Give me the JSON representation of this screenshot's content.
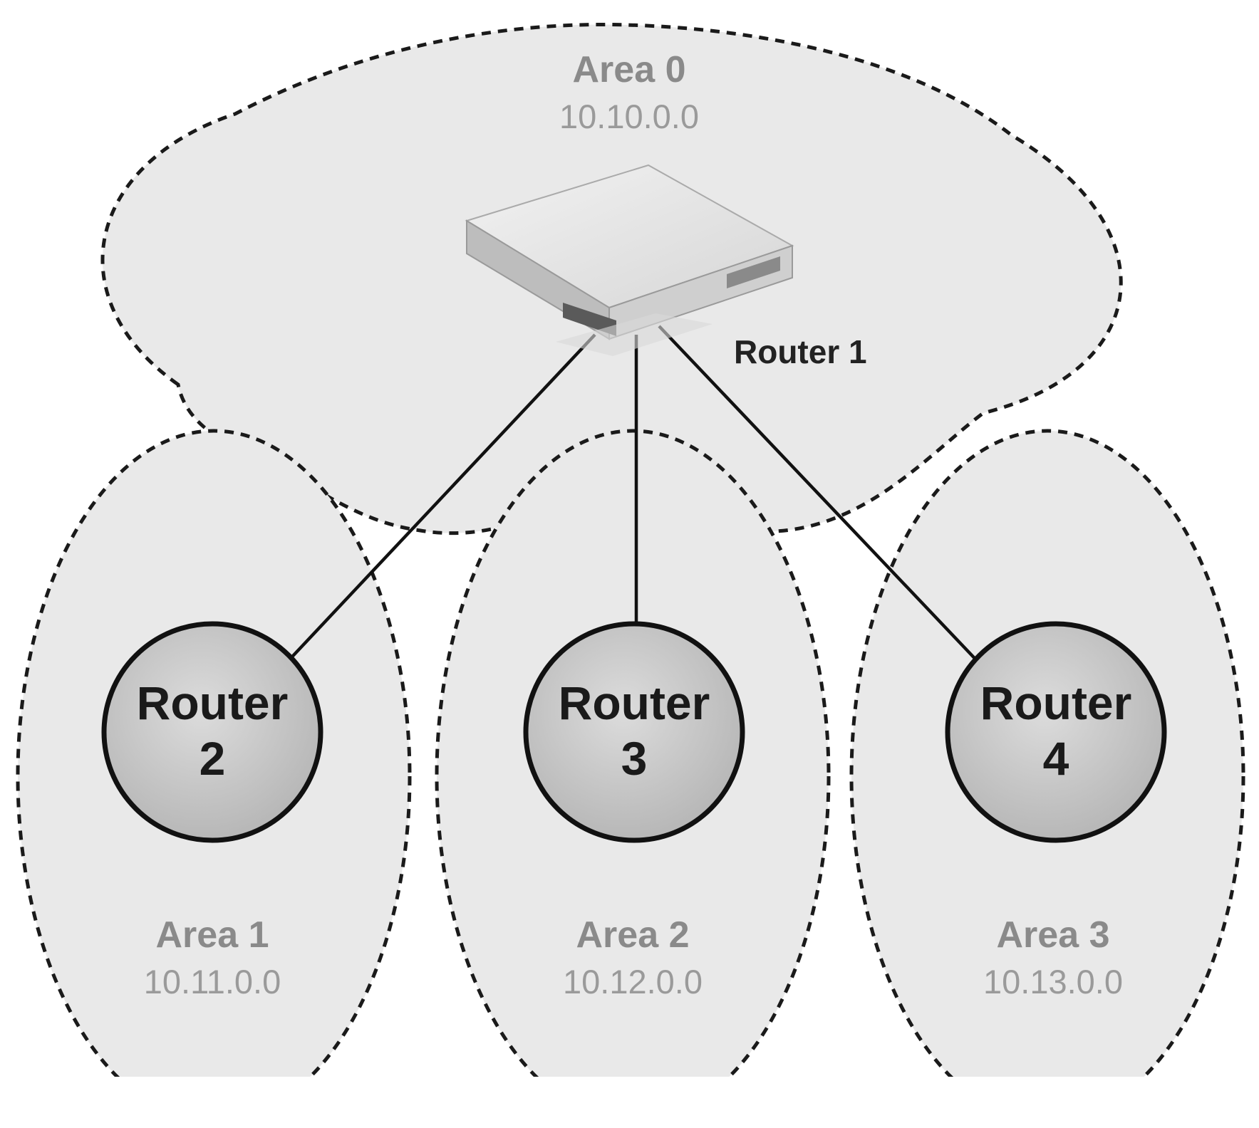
{
  "areas": [
    {
      "id": "area0",
      "name": "Area 0",
      "network": "10.10.0.0"
    },
    {
      "id": "area1",
      "name": "Area 1",
      "network": "10.11.0.0"
    },
    {
      "id": "area2",
      "name": "Area 2",
      "network": "10.12.0.0"
    },
    {
      "id": "area3",
      "name": "Area 3",
      "network": "10.13.0.0"
    }
  ],
  "routers": [
    {
      "id": "router1",
      "label": "Router 1",
      "icon": "router-device-icon"
    },
    {
      "id": "router2",
      "line1": "Router",
      "line2": "2"
    },
    {
      "id": "router3",
      "line1": "Router",
      "line2": "3"
    },
    {
      "id": "router4",
      "line1": "Router",
      "line2": "4"
    }
  ],
  "links": [
    {
      "from": "router1",
      "to": "router2"
    },
    {
      "from": "router1",
      "to": "router3"
    },
    {
      "from": "router1",
      "to": "router4"
    }
  ]
}
